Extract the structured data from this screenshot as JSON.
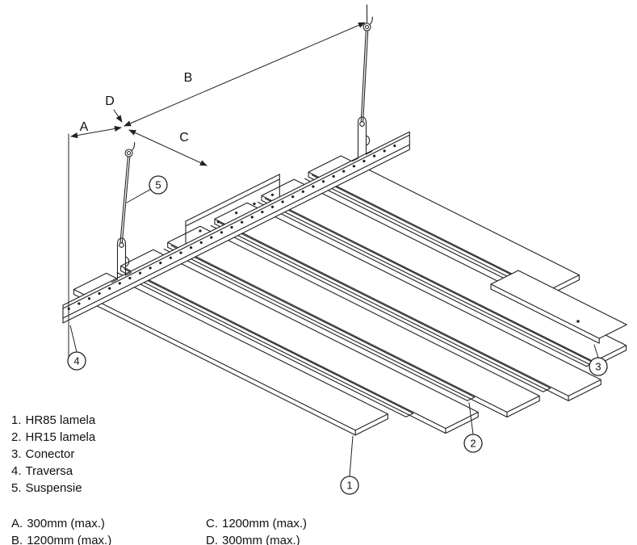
{
  "diagram": {
    "callouts": [
      {
        "label": "1"
      },
      {
        "label": "2"
      },
      {
        "label": "3"
      },
      {
        "label": "4"
      },
      {
        "label": "5"
      }
    ],
    "dim_labels": {
      "a": "A",
      "b": "B",
      "c": "C",
      "d": "D"
    }
  },
  "legend": {
    "items": [
      {
        "num": "1.",
        "label": "HR85 lamela"
      },
      {
        "num": "2.",
        "label": "HR15 lamela"
      },
      {
        "num": "3.",
        "label": "Conector"
      },
      {
        "num": "4.",
        "label": "Traversa"
      },
      {
        "num": "5.",
        "label": "Suspensie"
      }
    ]
  },
  "dimensions": {
    "left_column": [
      {
        "letter": "A.",
        "value": "300mm (max.)"
      },
      {
        "letter": "B.",
        "value": "1200mm (max.)"
      }
    ],
    "right_column": [
      {
        "letter": "C.",
        "value": "1200mm (max.)"
      },
      {
        "letter": "D.",
        "value": "300mm (max.)"
      }
    ]
  },
  "colors": {
    "line": "#222222",
    "background": "#ffffff",
    "text": "#111111"
  }
}
